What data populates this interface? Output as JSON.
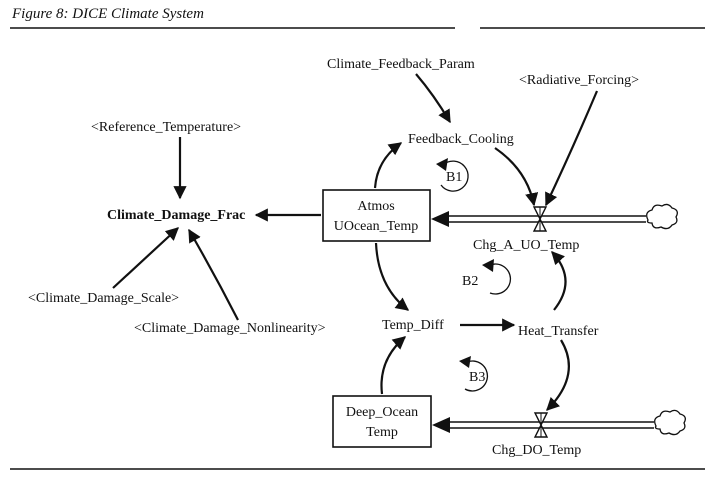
{
  "figure_title": "Figure 8: DICE Climate System",
  "stocks": {
    "atmos_line1": "Atmos",
    "atmos_line2": "UOcean_Temp",
    "deep_line1": "Deep_Ocean",
    "deep_line2": "Temp"
  },
  "flows": {
    "chg_a_uo": "Chg_A_UO_Temp",
    "chg_do": "Chg_DO_Temp"
  },
  "variables": {
    "climate_feedback_param": "Climate_Feedback_Param",
    "radiative_forcing": "<Radiative_Forcing>",
    "reference_temperature": "<Reference_Temperature>",
    "feedback_cooling": "Feedback_Cooling",
    "climate_damage_frac": "Climate_Damage_Frac",
    "climate_damage_scale": "<Climate_Damage_Scale>",
    "climate_damage_nonlinearity": "<Climate_Damage_Nonlinearity>",
    "temp_diff": "Temp_Diff",
    "heat_transfer": "Heat_Transfer"
  },
  "loops": {
    "b1": "B1",
    "b2": "B2",
    "b3": "B3"
  }
}
